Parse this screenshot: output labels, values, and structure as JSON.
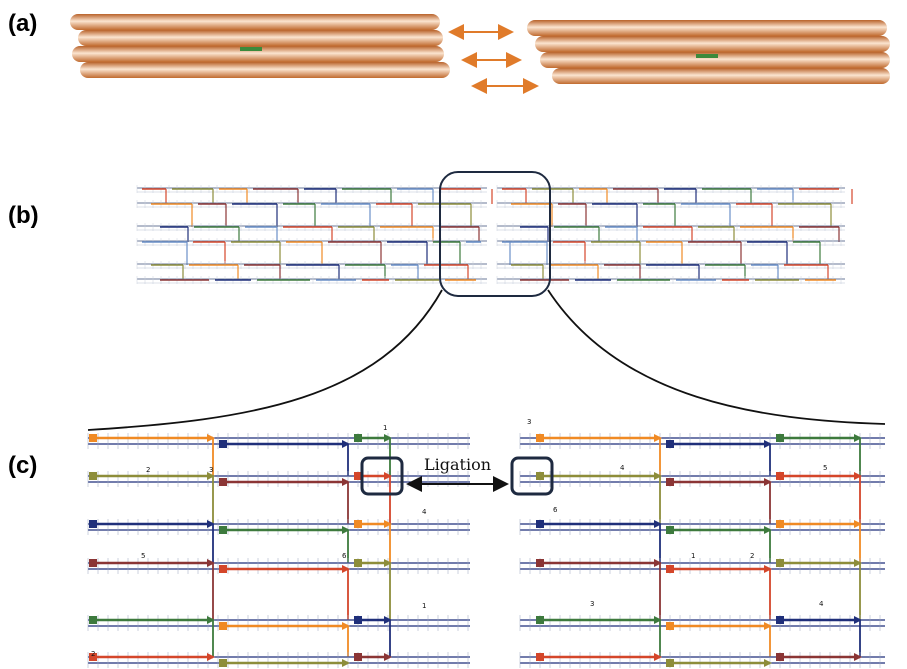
{
  "panels": {
    "a": {
      "label": "(a)"
    },
    "b": {
      "label": "(b)"
    },
    "c": {
      "label": "(c)"
    }
  },
  "ligation": {
    "label": "Ligation"
  },
  "colors": {
    "helix": "#d9884a",
    "arrow": "#e07b2a",
    "red": "#d4462a",
    "orange": "#f08a24",
    "olive": "#8d8d3a",
    "navy": "#1f2f7a",
    "maroon": "#8b3535",
    "green": "#3d7a3d",
    "grid": "#6b7a9a"
  },
  "crossover_numbers": [
    "1",
    "2",
    "3",
    "4",
    "5",
    "6"
  ]
}
